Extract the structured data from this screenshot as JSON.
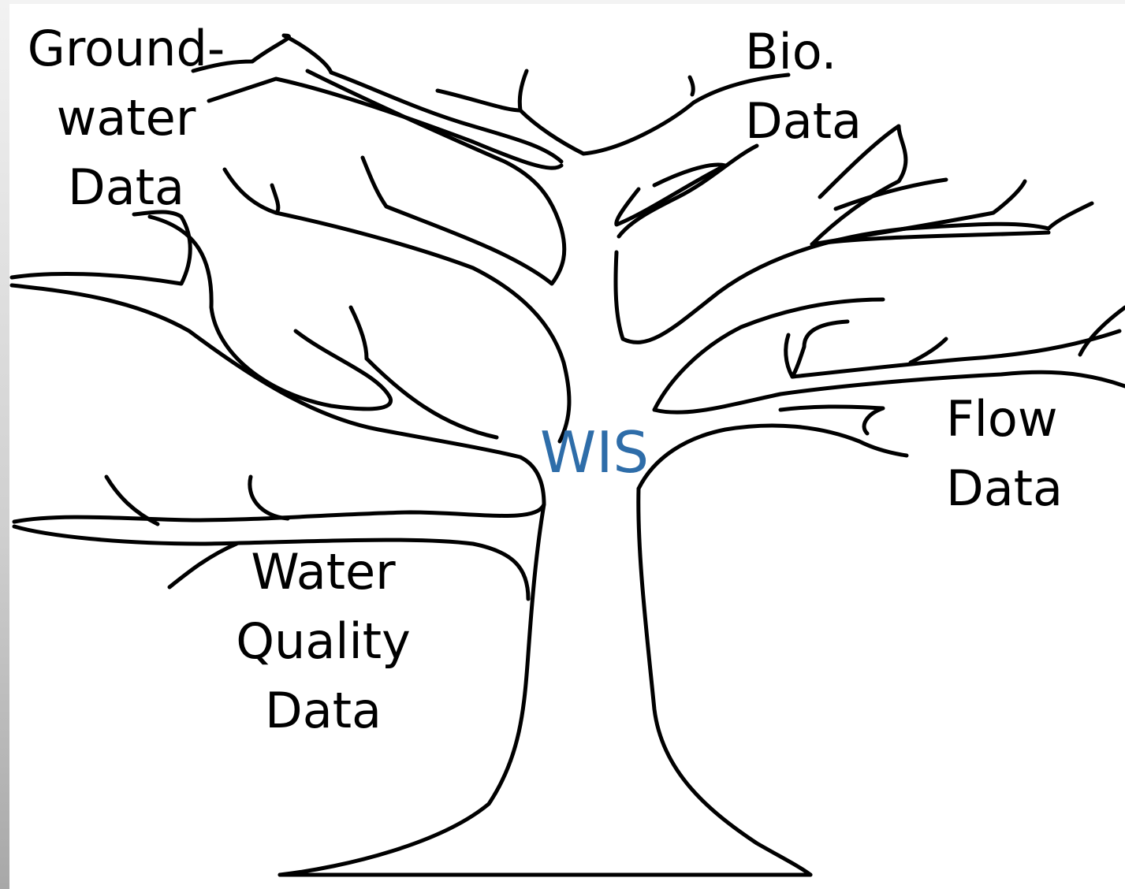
{
  "center": {
    "label": "WIS",
    "color": "#2e6da9"
  },
  "branches": [
    {
      "id": "groundwater",
      "lines": [
        "Ground-",
        "water",
        "Data"
      ]
    },
    {
      "id": "bio",
      "lines": [
        "Bio.",
        "Data"
      ]
    },
    {
      "id": "flow",
      "lines": [
        "Flow",
        "Data"
      ]
    },
    {
      "id": "water-quality",
      "lines": [
        "Water",
        "Quality",
        "Data"
      ]
    }
  ]
}
